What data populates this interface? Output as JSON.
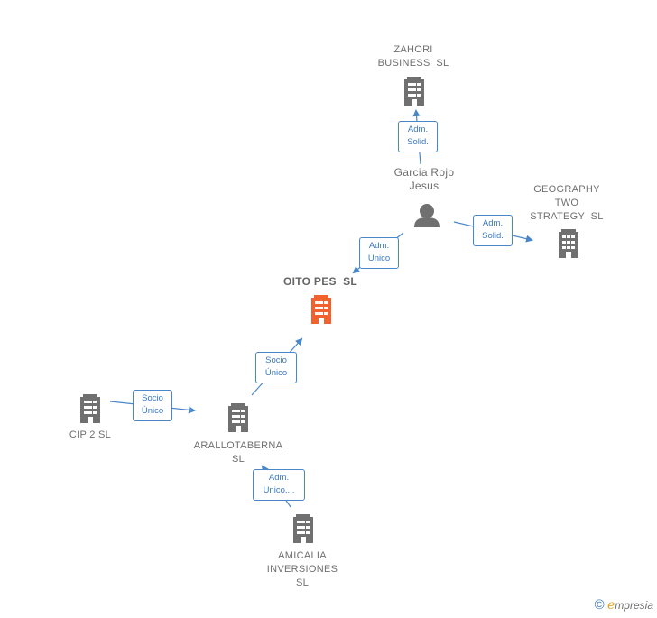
{
  "colors": {
    "edge": "#4a87c8",
    "node": "#707070",
    "main_node": "#f2622e"
  },
  "nodes": {
    "zahori": {
      "lines": [
        "ZAHORI",
        "BUSINESS  SL"
      ],
      "icon": "building-icon"
    },
    "garcia": {
      "lines": [
        "Garcia Rojo",
        "Jesus"
      ],
      "icon": "person-icon"
    },
    "geography": {
      "lines": [
        "GEOGRAPHY",
        "TWO",
        "STRATEGY  SL"
      ],
      "icon": "building-icon"
    },
    "oito": {
      "lines": [
        "OITO PES  SL"
      ],
      "icon": "building-icon"
    },
    "cip": {
      "lines": [
        "CIP 2 SL"
      ],
      "icon": "building-icon"
    },
    "arallotaberna": {
      "lines": [
        "ARALLOTABERNA",
        "SL"
      ],
      "icon": "building-icon"
    },
    "amicalia": {
      "lines": [
        "AMICALIA",
        "INVERSIONES",
        "SL"
      ],
      "icon": "building-icon"
    }
  },
  "edges": {
    "garcia_zahori": [
      "Adm.",
      "Solid."
    ],
    "garcia_geography": [
      "Adm.",
      "Solid."
    ],
    "garcia_oito": [
      "Adm.",
      "Unico"
    ],
    "arallo_oito": [
      "Socio",
      "Único"
    ],
    "cip_arallo": [
      "Socio",
      "Único"
    ],
    "amicalia_arallo": [
      "Adm.",
      "Unico,..."
    ]
  },
  "watermark": {
    "copyright": "©",
    "brand_initial": "e",
    "brand_rest": "mpresia"
  }
}
